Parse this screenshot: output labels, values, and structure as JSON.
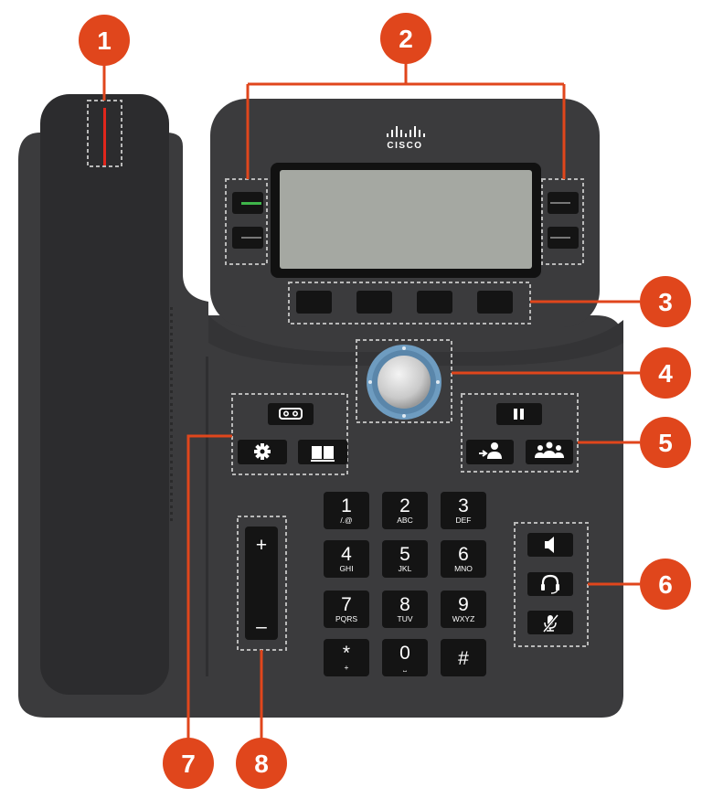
{
  "brand": {
    "name": "CISCO"
  },
  "callouts": [
    "1",
    "2",
    "3",
    "4",
    "5",
    "6",
    "7",
    "8"
  ],
  "keypad": [
    {
      "digit": "1",
      "letters": "/.@"
    },
    {
      "digit": "2",
      "letters": "ABC"
    },
    {
      "digit": "3",
      "letters": "DEF"
    },
    {
      "digit": "4",
      "letters": "GHI"
    },
    {
      "digit": "5",
      "letters": "JKL"
    },
    {
      "digit": "6",
      "letters": "MNO"
    },
    {
      "digit": "7",
      "letters": "PQRS"
    },
    {
      "digit": "8",
      "letters": "TUV"
    },
    {
      "digit": "9",
      "letters": "WXYZ"
    },
    {
      "digit": "*",
      "letters": "+"
    },
    {
      "digit": "0",
      "letters": "⎵"
    },
    {
      "digit": "#",
      "letters": ""
    }
  ],
  "volume": {
    "plus": "+",
    "minus": "–"
  },
  "icons": {
    "voicemail": "voicemail-icon",
    "settings": "gear-icon",
    "directory": "book-icon",
    "hold": "pause-icon",
    "transfer": "transfer-icon",
    "conference": "conference-icon",
    "speaker": "speaker-icon",
    "headset": "headset-icon",
    "mute": "mute-icon"
  },
  "colors": {
    "callout": "#e0461c",
    "body": "#3b3b3d",
    "screen": "#a5a8a2",
    "line_active": "#3fb54a",
    "handset_light": "#e0261c",
    "nav_ring": "#6e9cc0"
  }
}
